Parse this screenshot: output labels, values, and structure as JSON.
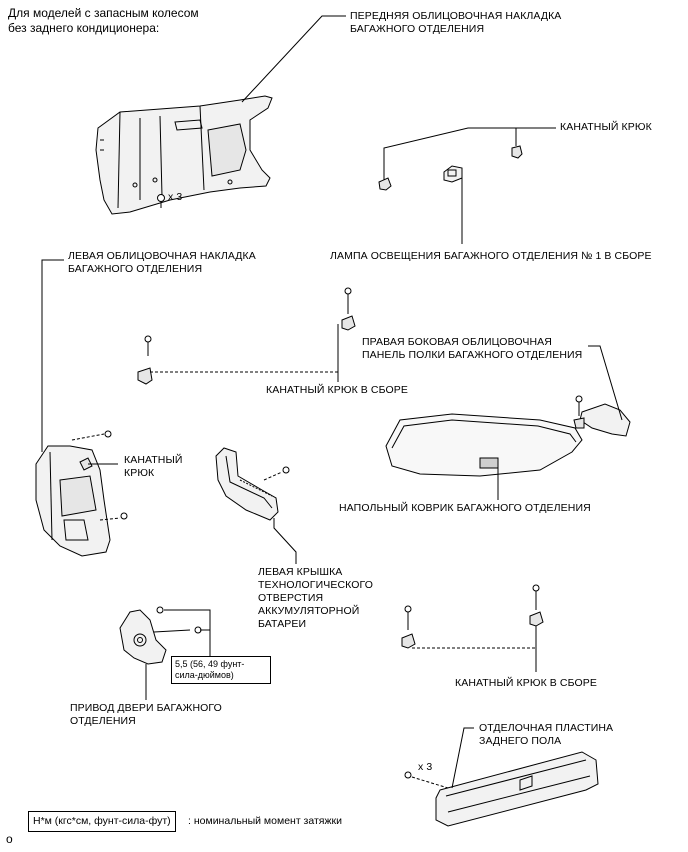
{
  "note": "Для моделей с запасным колесом\nбез заднего кондиционера:",
  "labels": {
    "front_trim": "ПЕРЕДНЯЯ ОБЛИЦОВОЧНАЯ НАКЛАДКА\nБАГАЖНОГО ОТДЕЛЕНИЯ",
    "rope_hook_top": "КАНАТНЫЙ КРЮК",
    "lamp": "ЛАМПА ОСВЕЩЕНИЯ БАГАЖНОГО ОТДЕЛЕНИЯ № 1 В СБОРЕ",
    "left_trim": "ЛЕВАЯ ОБЛИЦОВОЧНАЯ НАКЛАДКА\nБАГАЖНОГО ОТДЕЛЕНИЯ",
    "right_shelf": "ПРАВАЯ БОКОВАЯ ОБЛИЦОВОЧНАЯ\nПАНЕЛЬ ПОЛКИ БАГАЖНОГО ОТДЕЛЕНИЯ",
    "rope_hook_assy_1": "КАНАТНЫЙ КРЮК В СБОРЕ",
    "rope_hook_left": "КАНАТНЫЙ\nКРЮК",
    "floor_mat": "НАПОЛЬНЫЙ КОВРИК БАГАЖНОГО ОТДЕЛЕНИЯ",
    "battery_cover": "ЛЕВАЯ КРЫШКА\nТЕХНОЛОГИЧЕСКОГО\nОТВЕРСТИЯ\nАККУМУЛЯТОРНОЙ\nБАТАРЕИ",
    "door_actuator": "ПРИВОД ДВЕРИ БАГАЖНОГО\nОТДЕЛЕНИЯ",
    "rope_hook_assy_2": "КАНАТНЫЙ КРЮК В СБОРЕ",
    "scuff_plate": "ОТДЕЛОЧНАЯ ПЛАСТИНА\nЗАДНЕГО ПОЛА"
  },
  "quantities": {
    "front_screws": "x 3",
    "scuff_screws": "x 3"
  },
  "torque": "5,5 (56, 49 фунт-\nсила-дюймов)",
  "legend": {
    "unit_box": "Н*м (кгс*см, фунт-сила-фут)",
    "description": ": номинальный момент затяжки"
  },
  "corner_mark": "o"
}
